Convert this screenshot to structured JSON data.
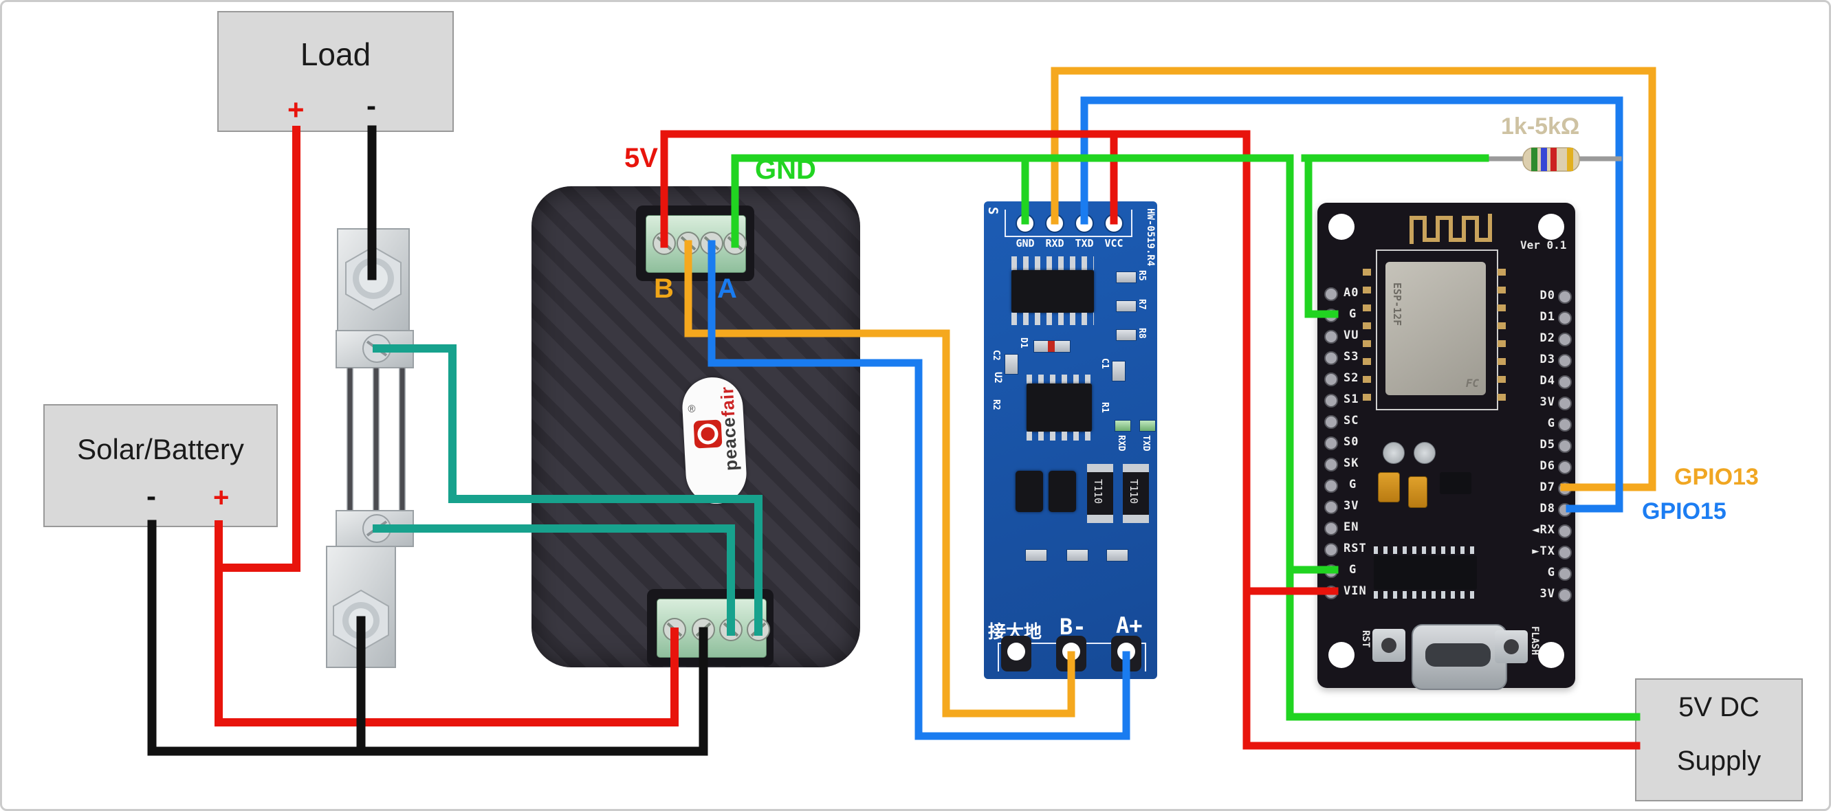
{
  "boxes": {
    "load": {
      "label": "Load",
      "plus": "+",
      "minus": "-"
    },
    "solar_battery": {
      "label": "Solar/Battery",
      "minus": "-",
      "plus": "+"
    },
    "supply": {
      "label_line1": "5V DC",
      "label_line2": "Supply"
    }
  },
  "labels": {
    "v5": "5V",
    "gnd": "GND",
    "rs485_b": "B",
    "rs485_a": "A",
    "gpio13": "GPIO13",
    "gpio15": "GPIO15",
    "resistor": "1k-5kΩ"
  },
  "pzem": {
    "brand_peace": "peace",
    "brand_fair": "fair",
    "registered_mark": "®"
  },
  "rs485_module": {
    "s_label": "S",
    "model": "HW-0519.R4",
    "top_pins": [
      "GND",
      "RXD",
      "TXD",
      "VCC"
    ],
    "bottom_terminals": [
      "接大地",
      "B-",
      "A+"
    ],
    "silk": {
      "u2": "U2",
      "c2": "C2",
      "r2": "R2",
      "c1": "C1",
      "r1": "R1",
      "d1": "D1",
      "r5": "R5",
      "r7": "R7",
      "r8": "R8",
      "rxd": "RXD",
      "txd": "TXD",
      "t110_left": "T110",
      "t110_right": "T110"
    }
  },
  "nodemcu": {
    "version": "Ver 0.1",
    "module_name": "ESP-12F",
    "left_pins": [
      "A0",
      "G",
      "VU",
      "S3",
      "S2",
      "S1",
      "SC",
      "S0",
      "SK",
      "G",
      "3V",
      "EN",
      "RST",
      "G",
      "VIN"
    ],
    "right_pins": [
      "D0",
      "D1",
      "D2",
      "D3",
      "D4",
      "3V",
      "G",
      "D5",
      "D6",
      "D7",
      "D8",
      "◄RX",
      "►TX",
      "G",
      "3V"
    ],
    "rst_button": "RST",
    "flash_button": "FLASH"
  },
  "wires": [
    {
      "name": "load-positive-to-solar-positive-to-pzem-terminal1",
      "color": "#e8140c"
    },
    {
      "name": "load-negative-to-shunt-top",
      "color": "#111111"
    },
    {
      "name": "solar-negative-and-shunt-bottom-to-pzem-terminal2",
      "color": "#111111"
    },
    {
      "name": "shunt-sense-upper-to-pzem-terminal4",
      "color": "#17a28d"
    },
    {
      "name": "shunt-sense-lower-to-pzem-terminal3",
      "color": "#17a28d"
    },
    {
      "name": "pzem-5v-to-rs485-vcc-to-nodemcu-vin-to-supply-red",
      "color": "#e8140c"
    },
    {
      "name": "pzem-gnd-to-rs485-gnd-to-nodemcu-g-to-supply-green-and-resistor",
      "color": "#21d421"
    },
    {
      "name": "pzem-b-to-rs485-b-minus",
      "color": "#f5a81e"
    },
    {
      "name": "pzem-a-to-rs485-a-plus",
      "color": "#1a7cf0"
    },
    {
      "name": "rs485-rxd-to-nodemcu-d7-gpio13",
      "color": "#f5a81e"
    },
    {
      "name": "rs485-txd-to-nodemcu-d8-gpio15",
      "color": "#1a7cf0"
    }
  ],
  "colors": {
    "wire_red": "#e8140c",
    "wire_green": "#21d421",
    "wire_orange": "#f5a81e",
    "wire_blue": "#1a7cf0",
    "wire_teal": "#17a28d",
    "wire_black": "#111111",
    "box_fill": "#d9d9d9",
    "rs485_pcb": "#1b5bb4",
    "resistor_label": "#cec2a2"
  }
}
